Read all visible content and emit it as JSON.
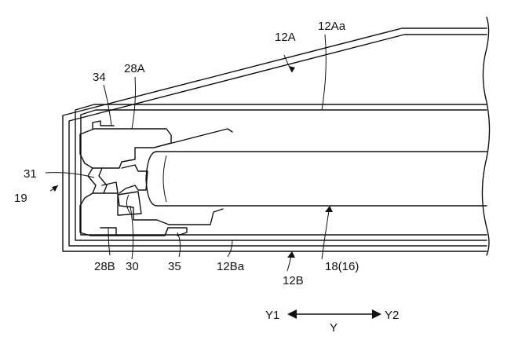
{
  "labels": {
    "housing_a": "12A",
    "housing_a_inner": "12Aa",
    "part_34": "34",
    "part_28a": "28A",
    "part_31": "31",
    "part_19": "19",
    "part_28b": "28B",
    "part_30": "30",
    "part_35": "35",
    "housing_b_inner": "12Ba",
    "housing_b": "12B",
    "battery": "18(16)"
  },
  "axis": {
    "left": "Y1",
    "right": "Y2",
    "name": "Y"
  }
}
